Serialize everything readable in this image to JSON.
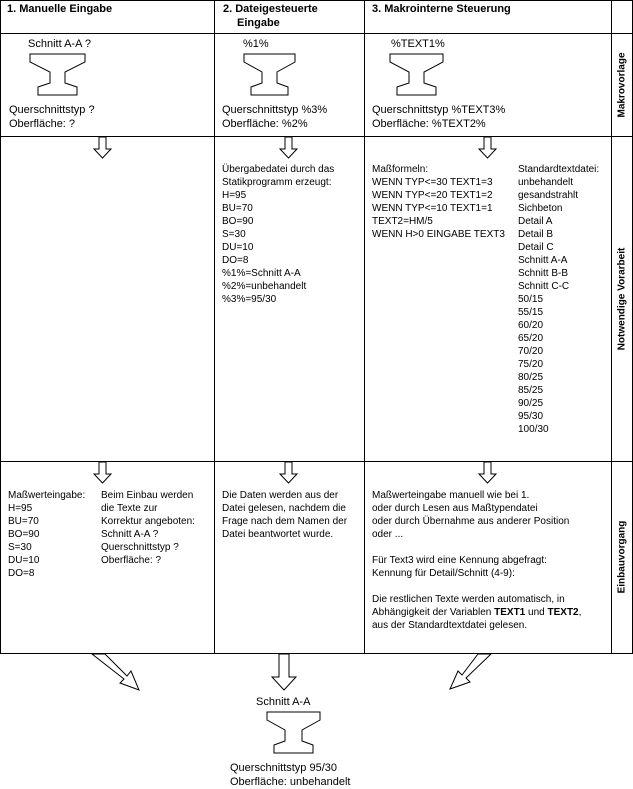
{
  "headers": {
    "col1": "1. Manuelle Eingabe",
    "col2_line1": "2. Dateigesteuerte",
    "col2_line2": "Eingabe",
    "col3": "3. Makrointerne Steuerung"
  },
  "row_labels": {
    "makro": "Makrovorlage",
    "vorarbeit": "Notwendige Vorarbeit",
    "einbau": "Einbauvorgang"
  },
  "makro": {
    "col1": {
      "top": "Schnitt A-A ?",
      "typ": "Querschnittstyp ?",
      "ofl": "Oberfläche: ?"
    },
    "col2": {
      "top": "%1%",
      "typ": "Querschnittstyp %3%",
      "ofl": "Oberfläche: %2%"
    },
    "col3": {
      "top": "%TEXT1%",
      "typ": "Querschnittstyp %TEXT3%",
      "ofl": "Oberfläche: %TEXT2%"
    }
  },
  "vorarbeit": {
    "col2": [
      "Übergabedatei durch das",
      "Statikprogramm erzeugt:",
      "H=95",
      "BU=70",
      "BO=90",
      "S=30",
      "DU=10",
      "DO=8",
      "%1%=Schnitt A-A",
      "%2%=unbehandelt",
      "%3%=95/30"
    ],
    "col3_formeln": [
      "Maßformeln:",
      "WENN TYP<=30 TEXT1=3",
      "WENN TYP<=20 TEXT1=2",
      "WENN TYP<=10 TEXT1=1",
      "TEXT2=HM/5",
      "WENN H>0 EINGABE TEXT3"
    ],
    "col3_standard": [
      "Standardtextdatei:",
      "unbehandelt",
      "gesandstrahlt",
      "Sichbeton",
      "Detail A",
      "Detail B",
      "Detail C",
      "Schnitt A-A",
      "Schnitt B-B",
      "Schnitt C-C",
      "50/15",
      "55/15",
      "60/20",
      "65/20",
      "70/20",
      "75/20",
      "80/25",
      "85/25",
      "90/25",
      "95/30",
      "100/30"
    ]
  },
  "einbau": {
    "col1_left": [
      "Maßwerteingabe:",
      "H=95",
      "BU=70",
      "BO=90",
      "S=30",
      "DU=10",
      "DO=8"
    ],
    "col1_right": [
      "Beim Einbau werden",
      "die Texte zur",
      "Korrektur angeboten:",
      "Schnitt A-A ?",
      "Querschnittstyp ?",
      "Oberfläche: ?"
    ],
    "col2": [
      "Die Daten werden aus der",
      "Datei gelesen, nachdem die",
      "Frage nach dem Namen der",
      "Datei beantwortet wurde."
    ],
    "col3": {
      "l1": "Maßwerteingabe manuell wie bei 1.",
      "l2": "oder durch Lesen aus Maßtypendatei",
      "l3": "oder durch Übernahme aus anderer Position",
      "l4": "oder ...",
      "l5": "Für Text3 wird eine Kennung abgefragt:",
      "l6": "Kennung für Detail/Schnitt (4-9):",
      "l7": "Die restlichen Texte werden automatisch, in",
      "l8_pre": "Abhängigkeit der Variablen ",
      "l8_b1": "TEXT1",
      "l8_mid": " und ",
      "l8_b2": "TEXT2",
      "l8_post": ",",
      "l9": "aus der Standardtextdatei gelesen."
    }
  },
  "result": {
    "top": "Schnitt A-A",
    "typ": "Querschnittstyp 95/30",
    "ofl": "Oberfläche: unbehandelt"
  }
}
